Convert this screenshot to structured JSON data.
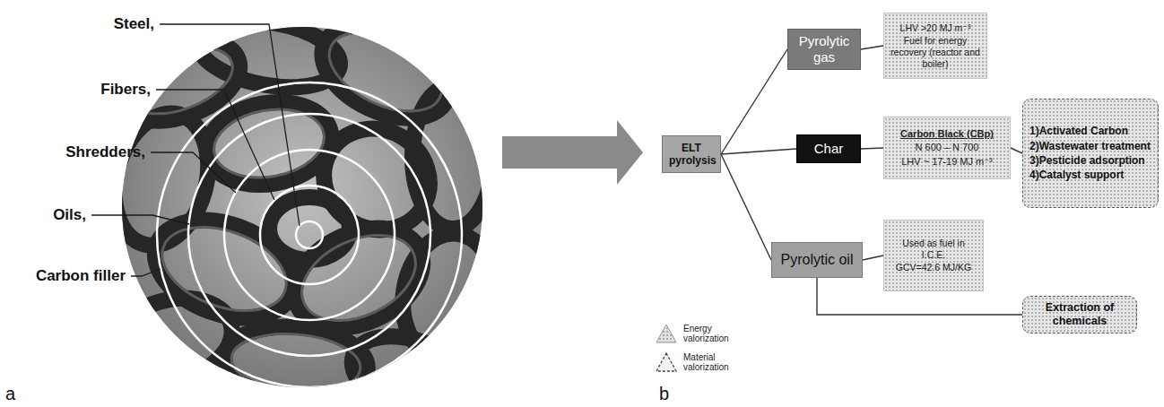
{
  "diagram": {
    "nodes": [
      {
        "text": [
          "ELT pyrolysis"
        ]
      },
      {
        "text": [
          "Pyrolytic gas"
        ]
      },
      {
        "text": [
          "Char"
        ]
      },
      {
        "text": [
          "Pyrolytic oil"
        ]
      },
      {
        "text": [
          "LHV >20 MJ m⁻³",
          "Fuel for energy recovery (reactor and boiler)"
        ]
      },
      {
        "text": [
          "Carbon Black (CBp)",
          "N 600 – N 700",
          "LHV ~ 17-19 MJ m⁻³"
        ]
      },
      {
        "text": [
          "1)Activated Carbon",
          "2)Wastewater treatment",
          "3)Pesticide adsorption",
          "4)Catalyst support"
        ]
      },
      {
        "text": [
          "Used as fuel in I.C.E.",
          "GCV=42.6 MJ/KG"
        ]
      },
      {
        "text": [
          "Extraction of chemicals"
        ]
      }
    ],
    "edges": [
      {
        "from": 0,
        "to": 1,
        "arrow": "none"
      },
      {
        "from": 0,
        "to": 2,
        "arrow": "none"
      },
      {
        "from": 0,
        "to": 3,
        "arrow": "none"
      },
      {
        "from": 1,
        "to": 4,
        "arrow": "none"
      },
      {
        "from": 2,
        "to": 5,
        "arrow": "none"
      },
      {
        "from": 5,
        "to": 6,
        "arrow": "none"
      },
      {
        "from": 3,
        "to": 7,
        "arrow": "none"
      },
      {
        "from": 3,
        "to": 8,
        "arrow": "none"
      }
    ],
    "labels": [
      "Steel,",
      "Fibers,",
      "Shredders,",
      "Oils,",
      "Carbon filler",
      "a",
      "b"
    ],
    "legend": [
      {
        "text": "Energy valorization"
      },
      {
        "text": "Material valorization"
      }
    ]
  }
}
